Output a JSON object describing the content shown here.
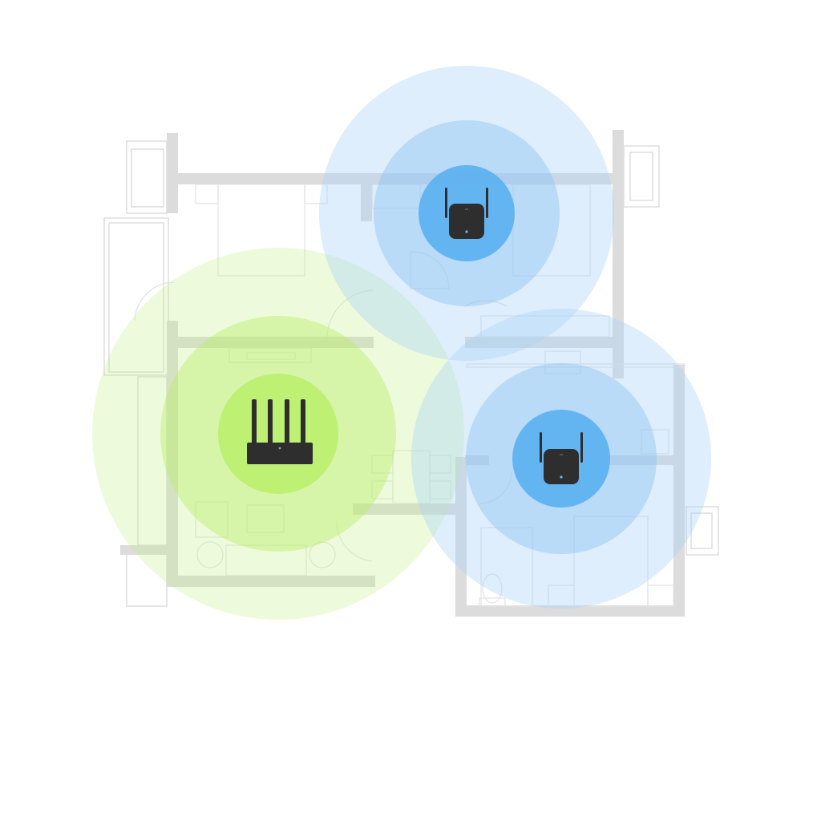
{
  "scene": {
    "description_free": true,
    "colors": {
      "background": "#ffffff",
      "floorplan_line": "#dcdcdc",
      "router_zone_outer": "#e9f8d9",
      "router_zone_mid": "#cff59f",
      "router_zone_core": "#b9ef6a",
      "extender_zone_outer": "#dbeafb",
      "extender_zone_mid": "#b3d8f8",
      "extender_zone_core": "#6ab5f2",
      "device_body": "#2e2e2e"
    },
    "devices": [
      {
        "id": "router",
        "icon": "router-icon",
        "zone": "green"
      },
      {
        "id": "extender-top",
        "icon": "wifi-extender-icon",
        "zone": "blue"
      },
      {
        "id": "extender-bottom",
        "icon": "wifi-extender-icon",
        "zone": "blue"
      }
    ]
  }
}
